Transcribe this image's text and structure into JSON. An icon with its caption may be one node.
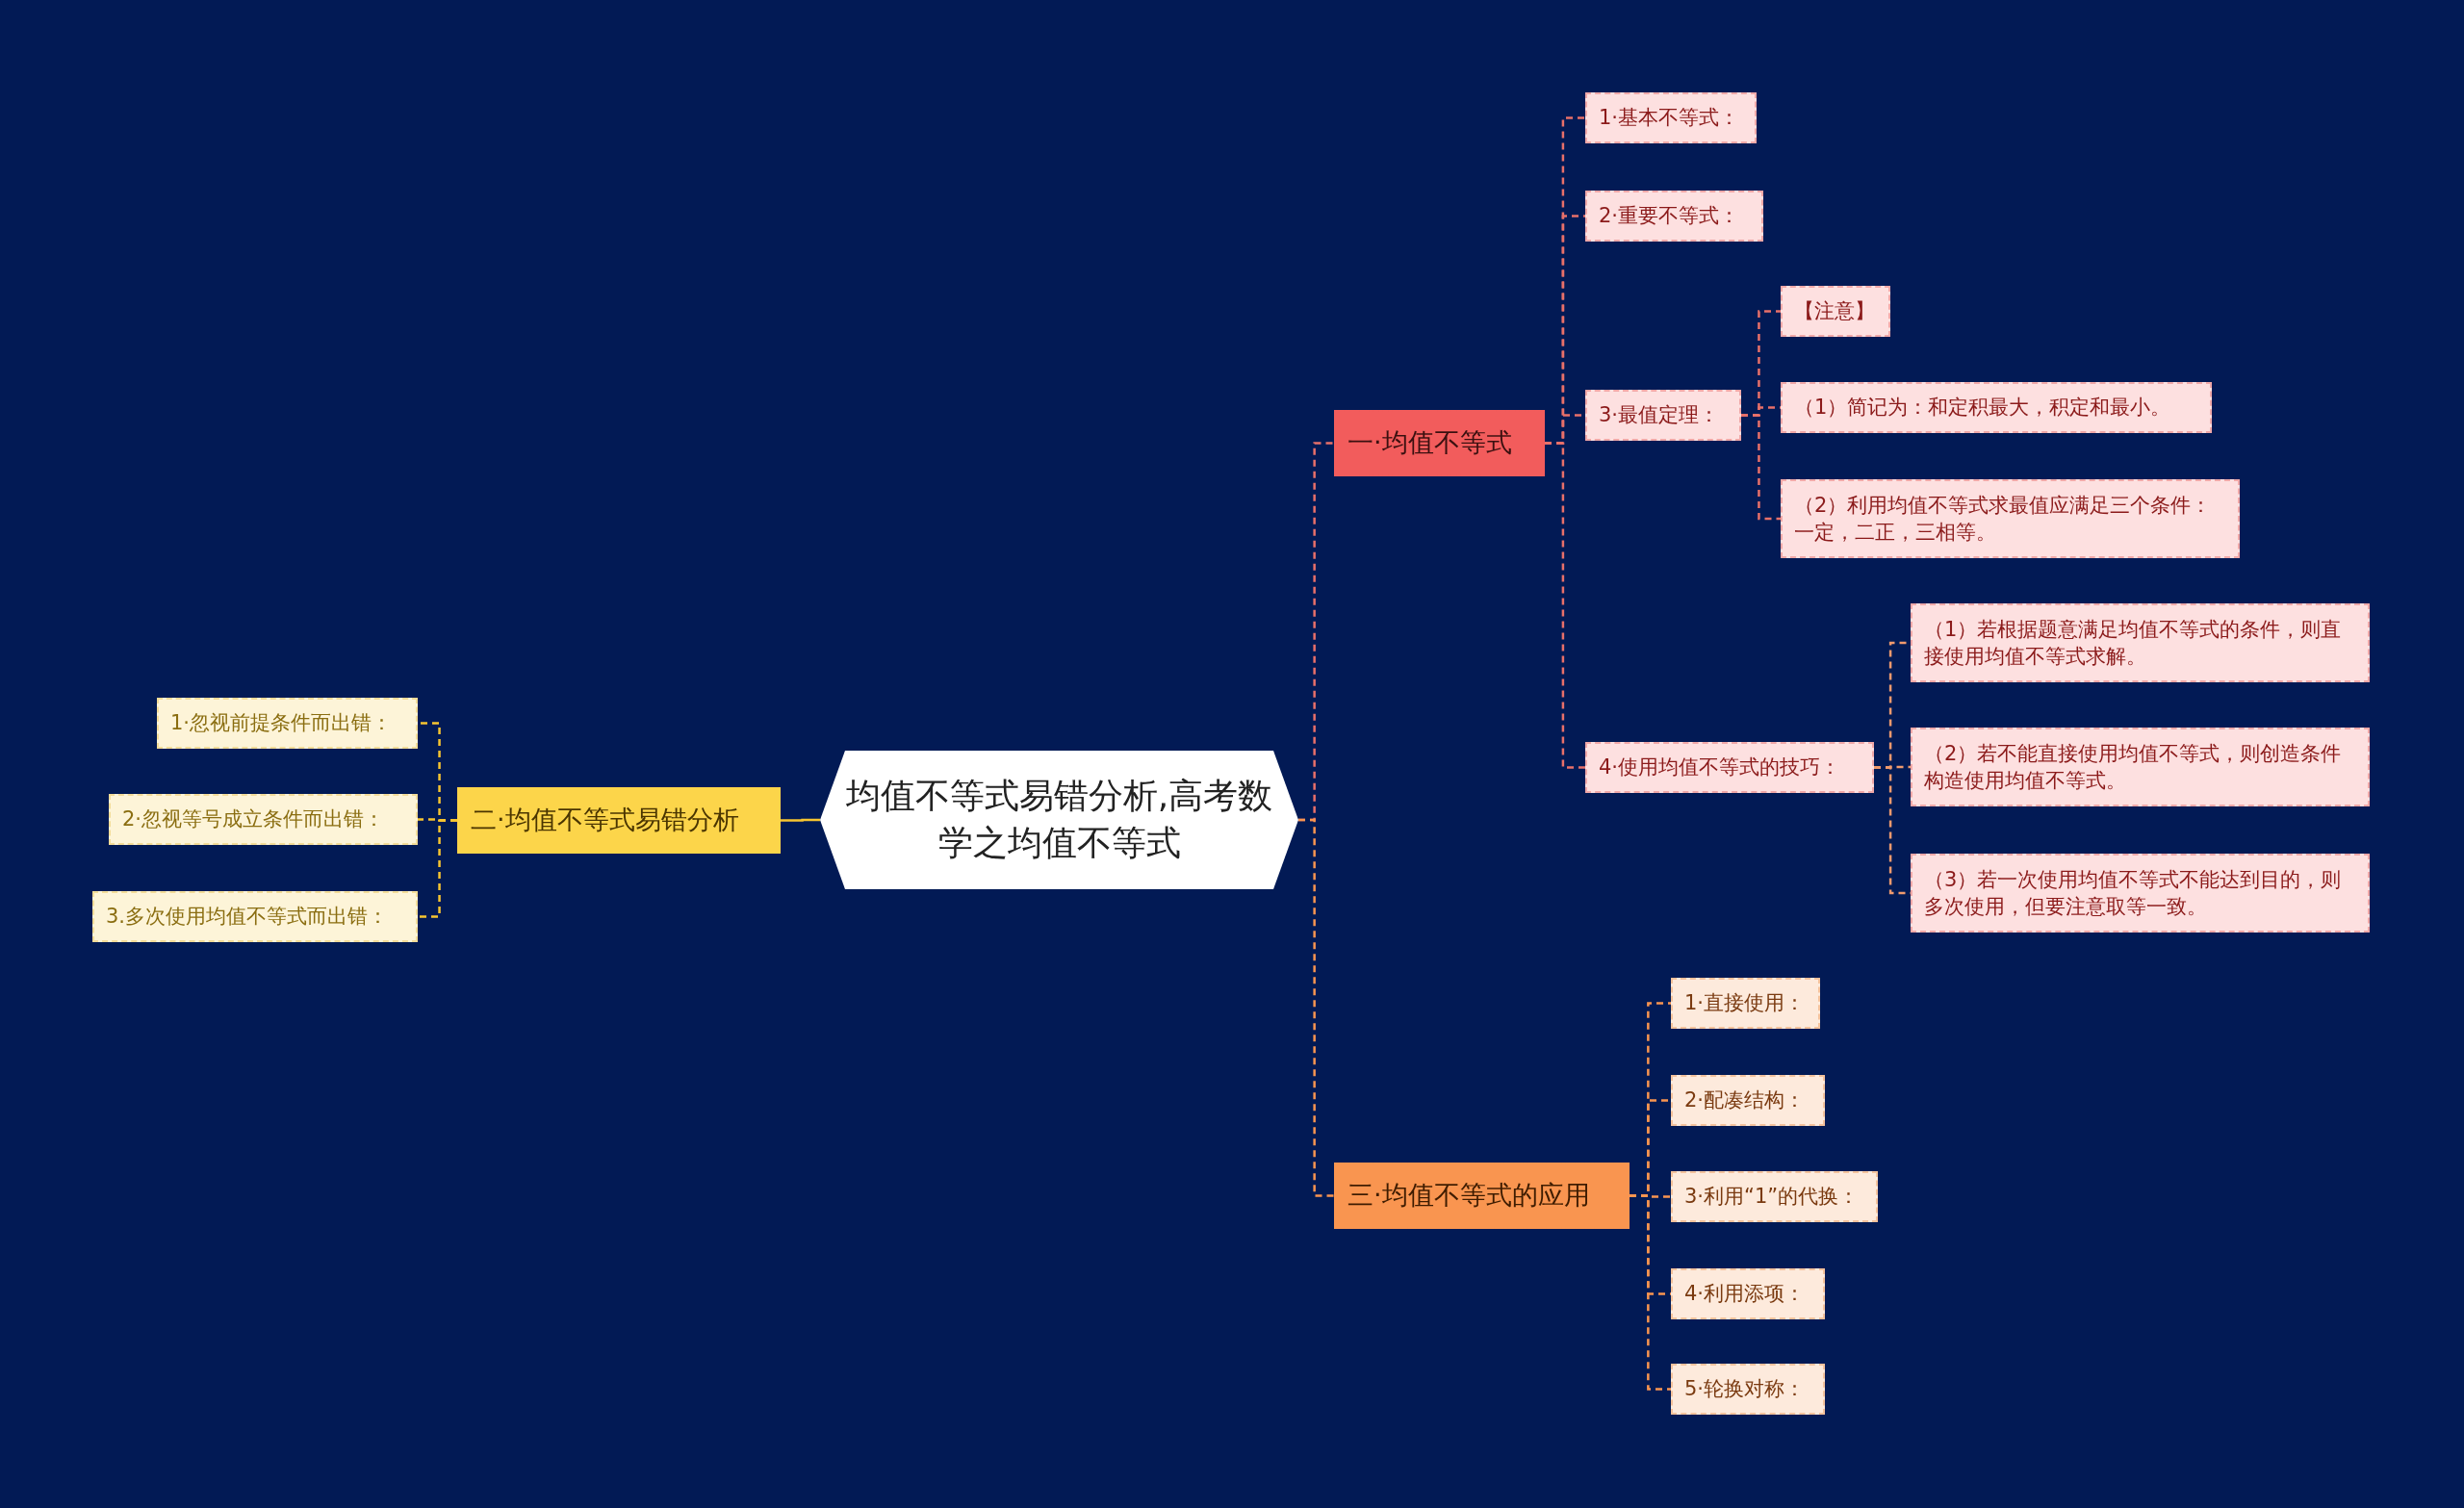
{
  "diagram": {
    "nodes": [
      {
        "text": [
          "均值不等式易错分析,高考数学之均值不等式"
        ]
      },
      {
        "text": [
          "一·均值不等式"
        ]
      },
      {
        "text": [
          "1·基本不等式："
        ]
      },
      {
        "text": [
          "2·重要不等式："
        ]
      },
      {
        "text": [
          "3·最值定理："
        ]
      },
      {
        "text": [
          "【注意】"
        ]
      },
      {
        "text": [
          "（1）简记为：和定积最大，积定和最小。"
        ]
      },
      {
        "text": [
          "（2）利用均值不等式求最值应满足三个条件：一定，二正，三相等。"
        ]
      },
      {
        "text": [
          "4·使用均值不等式的技巧："
        ]
      },
      {
        "text": [
          "（1）若根据题意满足均值不等式的条件，则直接使用均值不等式求解。"
        ]
      },
      {
        "text": [
          "（2）若不能直接使用均值不等式，则创造条件构造使用均值不等式。"
        ]
      },
      {
        "text": [
          "（3）若一次使用均值不等式不能达到目的，则多次使用，但要注意取等一致。"
        ]
      },
      {
        "text": [
          "二·均值不等式易错分析"
        ]
      },
      {
        "text": [
          "1·忽视前提条件而出错："
        ]
      },
      {
        "text": [
          "2·忽视等号成立条件而出错："
        ]
      },
      {
        "text": [
          "3.多次使用均值不等式而出错："
        ]
      },
      {
        "text": [
          "三·均值不等式的应用"
        ]
      },
      {
        "text": [
          "1·直接使用："
        ]
      },
      {
        "text": [
          "2·配凑结构："
        ]
      },
      {
        "text": [
          "3·利用“1”的代换："
        ]
      },
      {
        "text": [
          "4·利用添项："
        ]
      },
      {
        "text": [
          "5·轮换对称："
        ]
      }
    ],
    "edges": [
      {
        "from": 0,
        "to": 1,
        "arrow": "none",
        "style": "dashed"
      },
      {
        "from": 1,
        "to": 2,
        "arrow": "none",
        "style": "dashed"
      },
      {
        "from": 1,
        "to": 3,
        "arrow": "none",
        "style": "dashed"
      },
      {
        "from": 1,
        "to": 4,
        "arrow": "none",
        "style": "dashed"
      },
      {
        "from": 4,
        "to": 5,
        "arrow": "none",
        "style": "dashed"
      },
      {
        "from": 4,
        "to": 6,
        "arrow": "none",
        "style": "dashed"
      },
      {
        "from": 4,
        "to": 7,
        "arrow": "none",
        "style": "dashed"
      },
      {
        "from": 1,
        "to": 8,
        "arrow": "none",
        "style": "dashed"
      },
      {
        "from": 8,
        "to": 9,
        "arrow": "none",
        "style": "dashed",
        "color": "#f09a6e"
      },
      {
        "from": 8,
        "to": 10,
        "arrow": "none",
        "style": "dashed",
        "color": "#f09a6e"
      },
      {
        "from": 8,
        "to": 11,
        "arrow": "none",
        "style": "dashed",
        "color": "#f09a6e"
      },
      {
        "from": 0,
        "to": 12,
        "arrow": "none",
        "color": "#f7c530"
      },
      {
        "from": 12,
        "to": 13,
        "arrow": "none",
        "style": "dashed",
        "color": "#f7c530"
      },
      {
        "from": 12,
        "to": 14,
        "arrow": "none",
        "style": "dashed",
        "color": "#f7c530"
      },
      {
        "from": 12,
        "to": 15,
        "arrow": "none",
        "style": "dashed",
        "color": "#f7c530"
      },
      {
        "from": 0,
        "to": 16,
        "arrow": "none",
        "style": "dashed",
        "color": "#f99550"
      },
      {
        "from": 16,
        "to": 17,
        "arrow": "none",
        "style": "dashed",
        "color": "#f99550"
      },
      {
        "from": 16,
        "to": 18,
        "arrow": "none",
        "style": "dashed",
        "color": "#f99550"
      },
      {
        "from": 16,
        "to": 19,
        "arrow": "none",
        "style": "dashed",
        "color": "#f99550"
      },
      {
        "from": 16,
        "to": 20,
        "arrow": "none",
        "style": "dashed",
        "color": "#f99550"
      },
      {
        "from": 16,
        "to": 21,
        "arrow": "none",
        "style": "dashed",
        "color": "#f99550"
      }
    ]
  }
}
